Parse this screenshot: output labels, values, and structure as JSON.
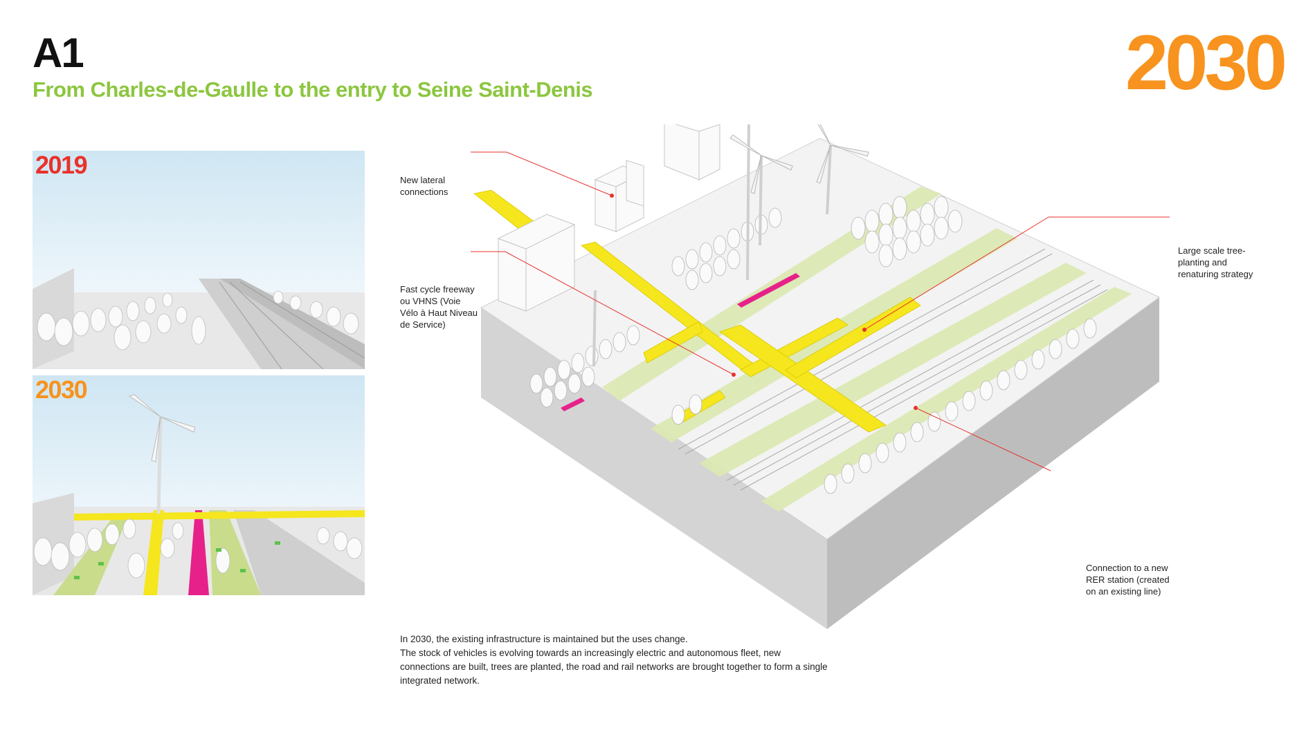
{
  "header": {
    "code": "A1",
    "subtitle": "From Charles-de-Gaulle to the entry to Seine Saint-Denis",
    "year": "2030"
  },
  "thumbnails": [
    {
      "year": "2019"
    },
    {
      "year": "2030"
    }
  ],
  "callouts": {
    "lateral": "New lateral\nconnections",
    "cycle": "Fast cycle freeway\nou VHNS (Voie\nVélo à Haut Niveau\nde Service)",
    "trees": "Large scale tree-\nplanting and\nrenaturing strategy",
    "rer": "Connection to a new\nRER station (created\non an existing line)"
  },
  "caption": {
    "line1": "In 2030, the existing infrastructure is maintained but the uses change.",
    "line2": "The stock of vehicles is evolving towards an increasingly electric and autonomous fleet, new connections are built, trees are planted, the road and rail networks are brought together to form a single integrated network."
  },
  "colors": {
    "title_green": "#8cc63f",
    "year_orange": "#f7931e",
    "year_red": "#e8322b",
    "bridge_yellow": "#f5e61e",
    "cycle_pink": "#e6228a",
    "callout_red": "#e8322b"
  }
}
